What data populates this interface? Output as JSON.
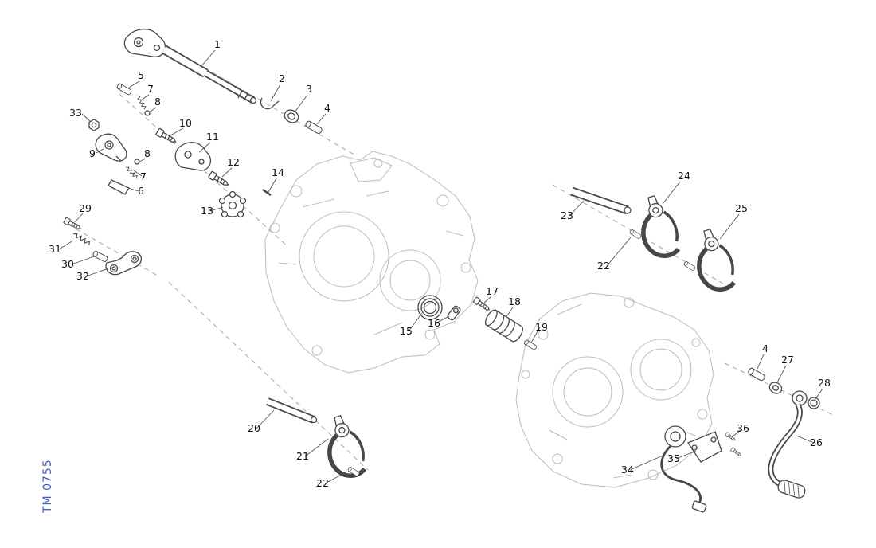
{
  "drawing": {
    "code": "TM 0755",
    "code_color": "#4a5fc1",
    "type_label": "exploded-parts-diagram-gear-shift-mechanism"
  },
  "palette": {
    "part_line": "#474747",
    "case_line": "#b9bcc0",
    "dash_line": "#a0a4ac",
    "label_color": "#111111"
  },
  "callouts": [
    {
      "label": "1"
    },
    {
      "label": "2"
    },
    {
      "label": "3"
    },
    {
      "label": "4"
    },
    {
      "label": "5"
    },
    {
      "label": "7"
    },
    {
      "label": "8"
    },
    {
      "label": "33"
    },
    {
      "label": "9"
    },
    {
      "label": "10"
    },
    {
      "label": "11"
    },
    {
      "label": "8"
    },
    {
      "label": "7"
    },
    {
      "label": "12"
    },
    {
      "label": "14"
    },
    {
      "label": "6"
    },
    {
      "label": "13"
    },
    {
      "label": "29"
    },
    {
      "label": "31"
    },
    {
      "label": "30"
    },
    {
      "label": "32"
    },
    {
      "label": "23"
    },
    {
      "label": "24"
    },
    {
      "label": "25"
    },
    {
      "label": "22"
    },
    {
      "label": "15"
    },
    {
      "label": "16"
    },
    {
      "label": "17"
    },
    {
      "label": "18"
    },
    {
      "label": "19"
    },
    {
      "label": "20"
    },
    {
      "label": "21"
    },
    {
      "label": "22"
    },
    {
      "label": "4"
    },
    {
      "label": "27"
    },
    {
      "label": "28"
    },
    {
      "label": "26"
    },
    {
      "label": "36"
    },
    {
      "label": "35"
    },
    {
      "label": "34"
    }
  ]
}
